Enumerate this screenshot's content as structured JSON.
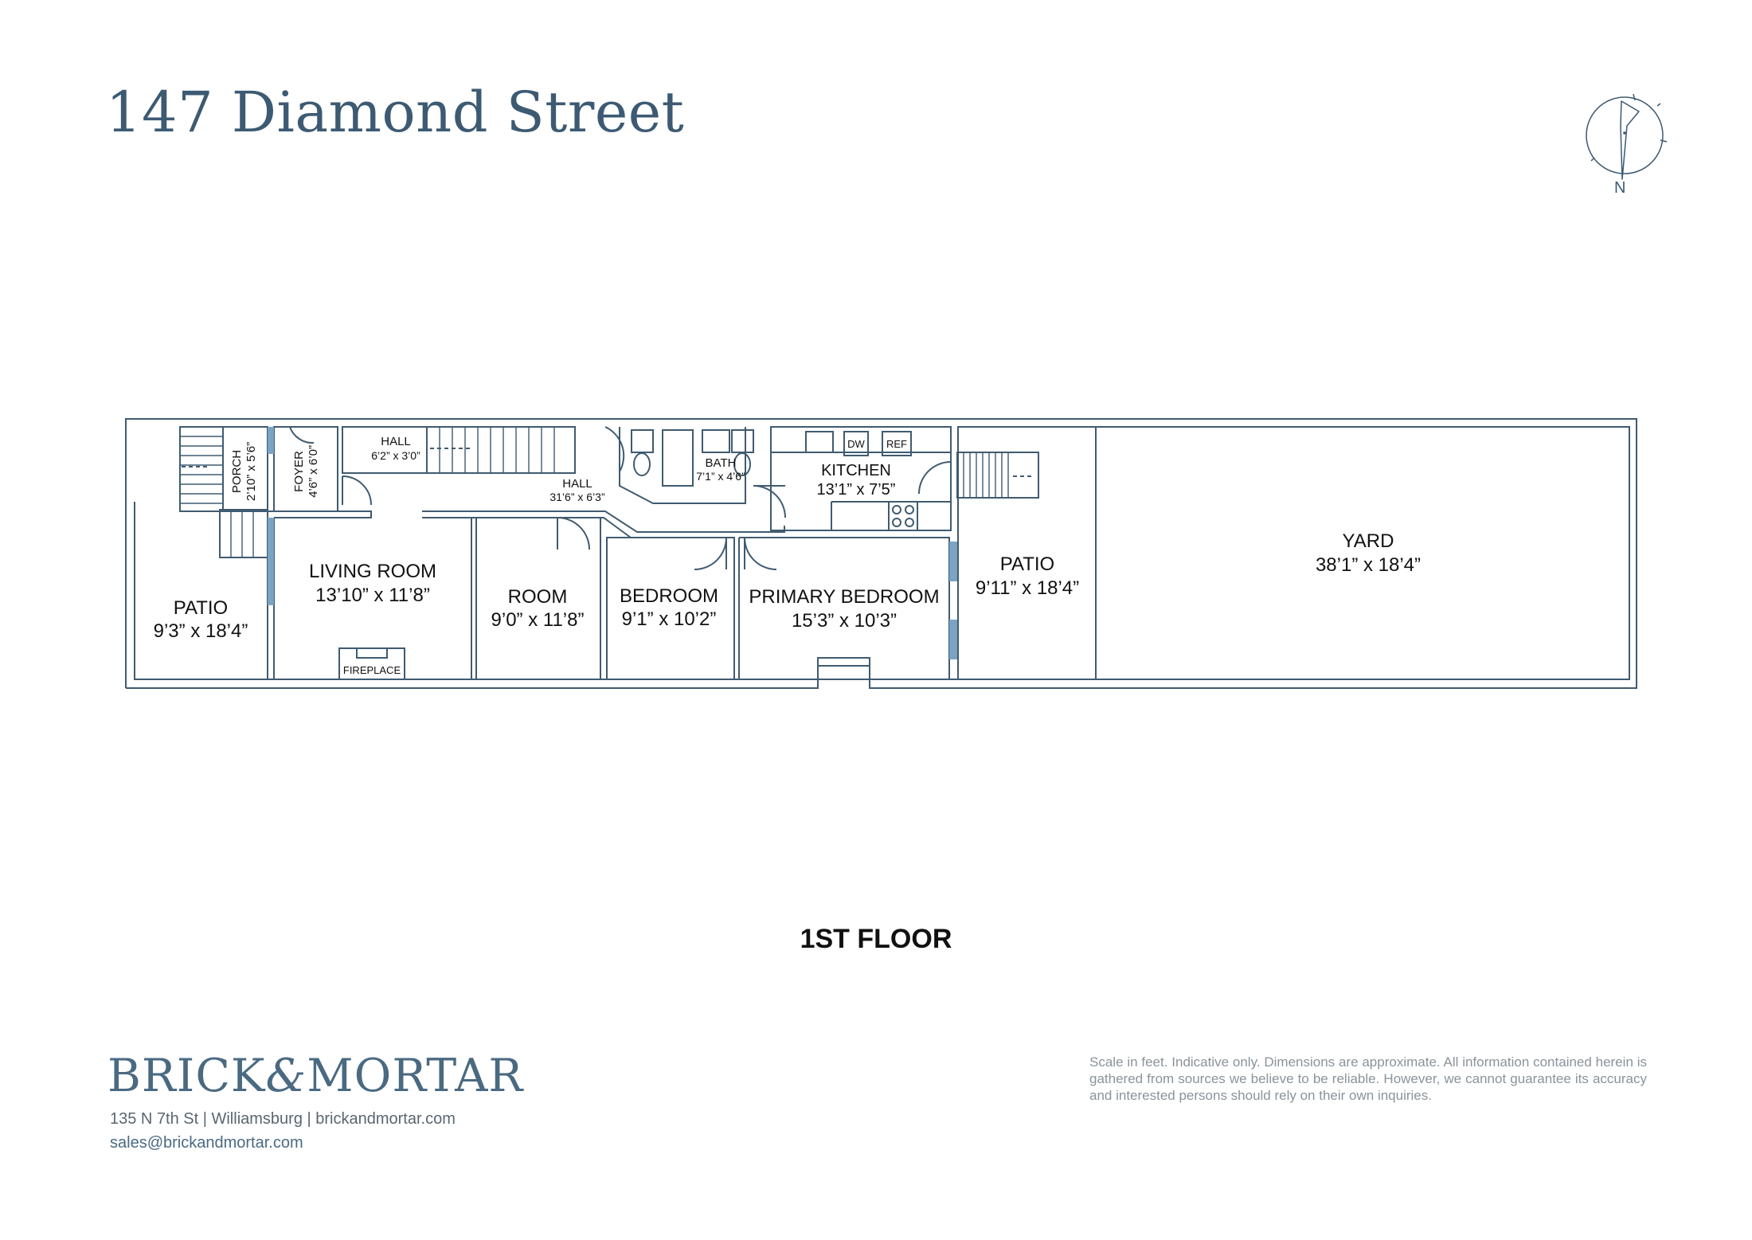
{
  "header": {
    "title": "147 Diamond Street"
  },
  "compass": {
    "label": "N"
  },
  "floor_label": "1ST FLOOR",
  "rooms": {
    "patio_left": {
      "name": "PATIO",
      "dims": "9’3” x 18’4”"
    },
    "porch": {
      "name": "PORCH",
      "dims": "2’10” x 5’6”"
    },
    "foyer": {
      "name": "FOYER",
      "dims": "4’6” x 6’0”"
    },
    "hall_small": {
      "name": "HALL",
      "dims": "6’2” x 3’0”"
    },
    "hall_long": {
      "name": "HALL",
      "dims": "31’6” x 6’3”"
    },
    "bath": {
      "name": "BATH",
      "dims": "7’1” x 4’6”"
    },
    "kitchen": {
      "name": "KITCHEN",
      "dims": "13’1” x 7’5”"
    },
    "living_room": {
      "name": "LIVING ROOM",
      "dims": "13’10” x 11’8”"
    },
    "fireplace": {
      "name": "FIREPLACE"
    },
    "room": {
      "name": "ROOM",
      "dims": "9’0” x 11’8”"
    },
    "bedroom": {
      "name": "BEDROOM",
      "dims": "9’1” x 10’2”"
    },
    "primary_bedroom": {
      "name": "PRIMARY BEDROOM",
      "dims": "15’3” x 10’3”"
    },
    "patio_right": {
      "name": "PATIO",
      "dims": "9’11” x 18’4”"
    },
    "yard": {
      "name": "YARD",
      "dims": "38’1” x 18’4”"
    }
  },
  "appliances": {
    "dw": "DW",
    "ref": "REF"
  },
  "footer": {
    "logo_left": "BRICK",
    "logo_amp": "&",
    "logo_right": "MORTAR",
    "address": "135 N 7th St | Williamsburg | brickandmortar.com",
    "email": "sales@brickandmortar.com",
    "disclaimer": "Scale in feet. Indicative only. Dimensions are approximate. All information contained herein is gathered from sources we believe to be reliable. However, we cannot guarantee its accuracy and interested persons should rely on their own inquiries."
  },
  "colors": {
    "accent": "#3d5a73",
    "wall": "#3f5b70",
    "window": "#7aa3c4"
  }
}
